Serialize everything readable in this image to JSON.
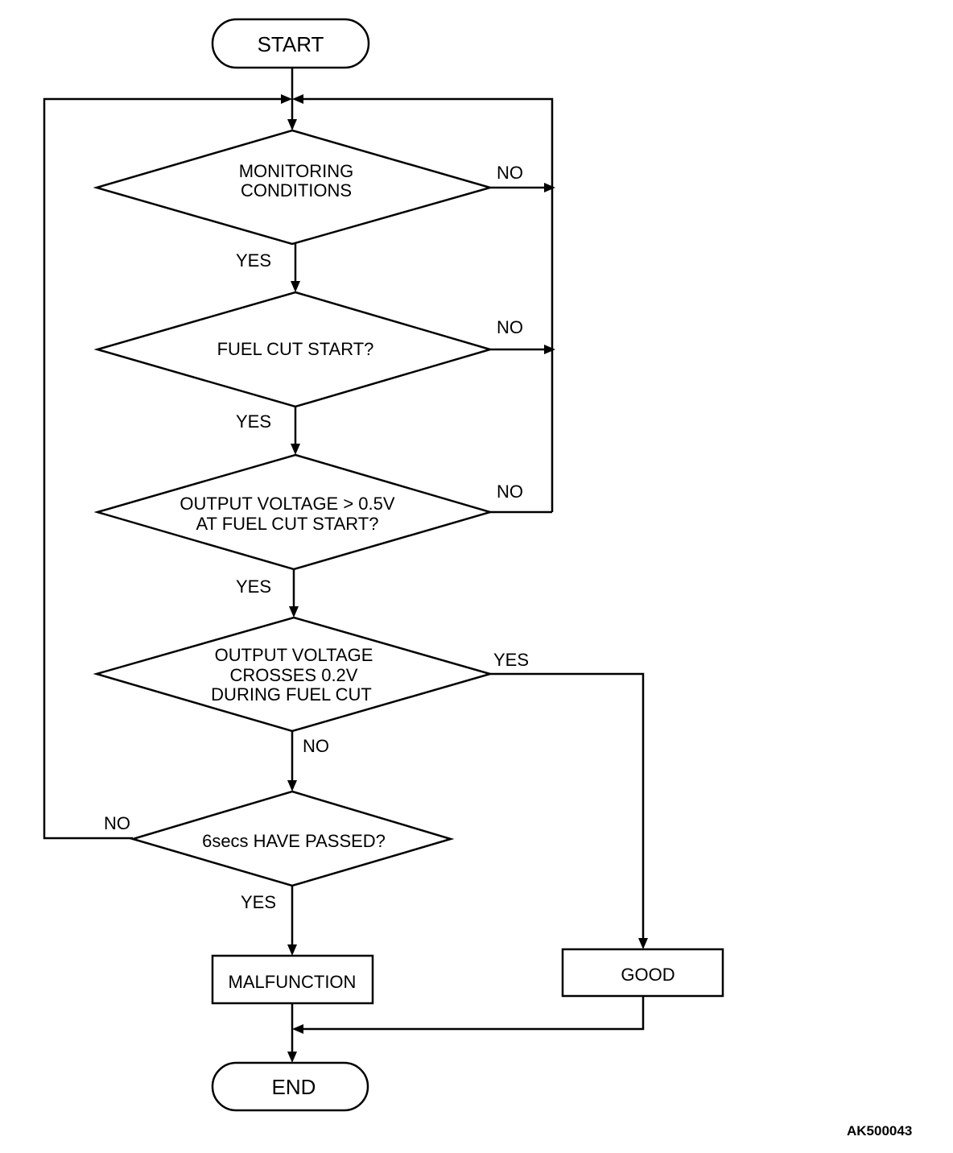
{
  "nodes": {
    "start": {
      "type": "terminal",
      "lines": [
        "START"
      ]
    },
    "monitoring": {
      "type": "decision",
      "lines": [
        "MONITORING",
        "CONDITIONS"
      ]
    },
    "fuel_cut_start": {
      "type": "decision",
      "lines": [
        "FUEL CUT START?"
      ]
    },
    "output_voltage_start": {
      "type": "decision",
      "lines": [
        "OUTPUT VOLTAGE > 0.5V",
        "AT FUEL CUT START?"
      ]
    },
    "output_voltage_cross": {
      "type": "decision",
      "lines": [
        "OUTPUT VOLTAGE",
        "CROSSES 0.2V",
        "DURING FUEL CUT"
      ]
    },
    "six_secs": {
      "type": "decision",
      "lines": [
        "6secs HAVE PASSED?"
      ]
    },
    "malfunction": {
      "type": "process",
      "lines": [
        "MALFUNCTION"
      ]
    },
    "good": {
      "type": "process",
      "lines": [
        "GOOD"
      ]
    },
    "end": {
      "type": "terminal",
      "lines": [
        "END"
      ]
    }
  },
  "edges": {
    "monitoring_yes": "YES",
    "monitoring_no": "NO",
    "fuel_cut_yes": "YES",
    "fuel_cut_no": "NO",
    "voltage_start_yes": "YES",
    "voltage_start_no": "NO",
    "voltage_cross_yes": "YES",
    "voltage_cross_no": "NO",
    "six_secs_yes": "YES",
    "six_secs_no": "NO"
  },
  "reference_code": "AK500043"
}
